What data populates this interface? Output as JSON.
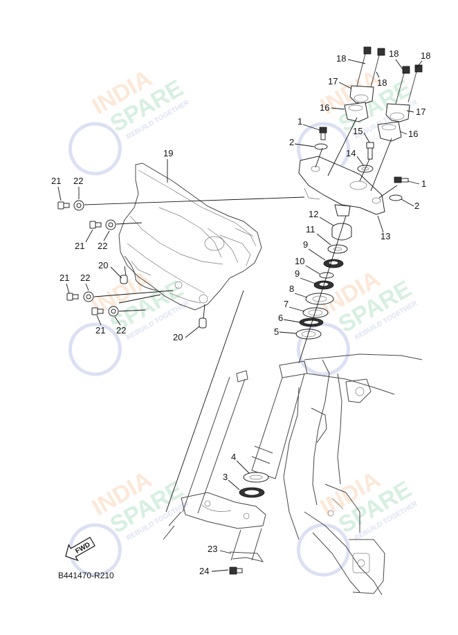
{
  "diagram_code": "B441470-R210",
  "fwd_label": "FWD",
  "watermark": {
    "line1": "INDIA",
    "line2": "SPARE",
    "tagline": "REBUILD TOGETHER",
    "color_orange": "#f6b98a",
    "color_green": "#86cfa3",
    "color_blue": "#9aa6df"
  },
  "callouts": {
    "p1a": "1",
    "p1b": "1",
    "p2a": "2",
    "p2b": "2",
    "p3": "3",
    "p4": "4",
    "p5": "5",
    "p6": "6",
    "p7": "7",
    "p8": "8",
    "p9a": "9",
    "p9b": "9",
    "p10": "10",
    "p11": "11",
    "p12": "12",
    "p13": "13",
    "p14": "14",
    "p15": "15",
    "p16a": "16",
    "p16b": "16",
    "p17a": "17",
    "p17b": "17",
    "p18a": "18",
    "p18b": "18",
    "p18c": "18",
    "p18d": "18",
    "p19": "19",
    "p20a": "20",
    "p20b": "20",
    "p21a": "21",
    "p21b": "21",
    "p21c": "21",
    "p21d": "21",
    "p22a": "22",
    "p22b": "22",
    "p22c": "22",
    "p22d": "22",
    "p23": "23",
    "p24": "24"
  }
}
